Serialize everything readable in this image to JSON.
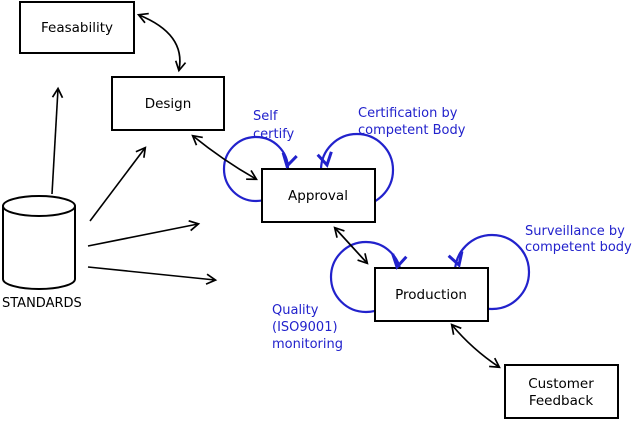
{
  "diagram": {
    "background": "#ffffff",
    "colors": {
      "line_black": "#000000",
      "annotation_blue": "#2222cc",
      "box_fill": "#ffffff"
    },
    "nodes": {
      "feasability": {
        "label": "Feasability",
        "shape": "rect"
      },
      "design": {
        "label": "Design",
        "shape": "rect"
      },
      "approval": {
        "label": "Approval",
        "shape": "rect"
      },
      "production": {
        "label": "Production",
        "shape": "rect"
      },
      "customer_feedback": {
        "lines": [
          "Customer",
          "Feedback"
        ],
        "shape": "rect"
      },
      "standards": {
        "label": "STANDARDS",
        "shape": "cylinder"
      }
    },
    "annotations": {
      "self_certify": {
        "lines": [
          "Self",
          "certify"
        ],
        "attached_to": "approval"
      },
      "certification": {
        "lines": [
          "Certification by",
          "competent Body"
        ],
        "attached_to": "approval"
      },
      "quality_monitoring": {
        "lines": [
          "Quality",
          "(ISO9001)",
          "monitoring"
        ],
        "attached_to": "production"
      },
      "surveillance": {
        "lines": [
          "Surveillance by",
          "competent body"
        ],
        "attached_to": "production"
      }
    },
    "edges": [
      {
        "from": "feasability",
        "to": "design",
        "type": "bidirectional"
      },
      {
        "from": "design",
        "to": "approval",
        "type": "bidirectional"
      },
      {
        "from": "approval",
        "to": "production",
        "type": "bidirectional"
      },
      {
        "from": "production",
        "to": "customer_feedback",
        "type": "bidirectional"
      },
      {
        "from": "standards",
        "to": "feasability",
        "type": "single"
      },
      {
        "from": "standards",
        "to": "design",
        "type": "single"
      },
      {
        "from": "standards",
        "to": "approval",
        "type": "single"
      },
      {
        "from": "standards",
        "to": "production",
        "type": "single"
      }
    ],
    "self_loops": [
      {
        "on": "approval",
        "side": "left",
        "label_key": "self_certify"
      },
      {
        "on": "approval",
        "side": "right",
        "label_key": "certification"
      },
      {
        "on": "production",
        "side": "left",
        "label_key": "quality_monitoring"
      },
      {
        "on": "production",
        "side": "right",
        "label_key": "surveillance"
      }
    ]
  }
}
